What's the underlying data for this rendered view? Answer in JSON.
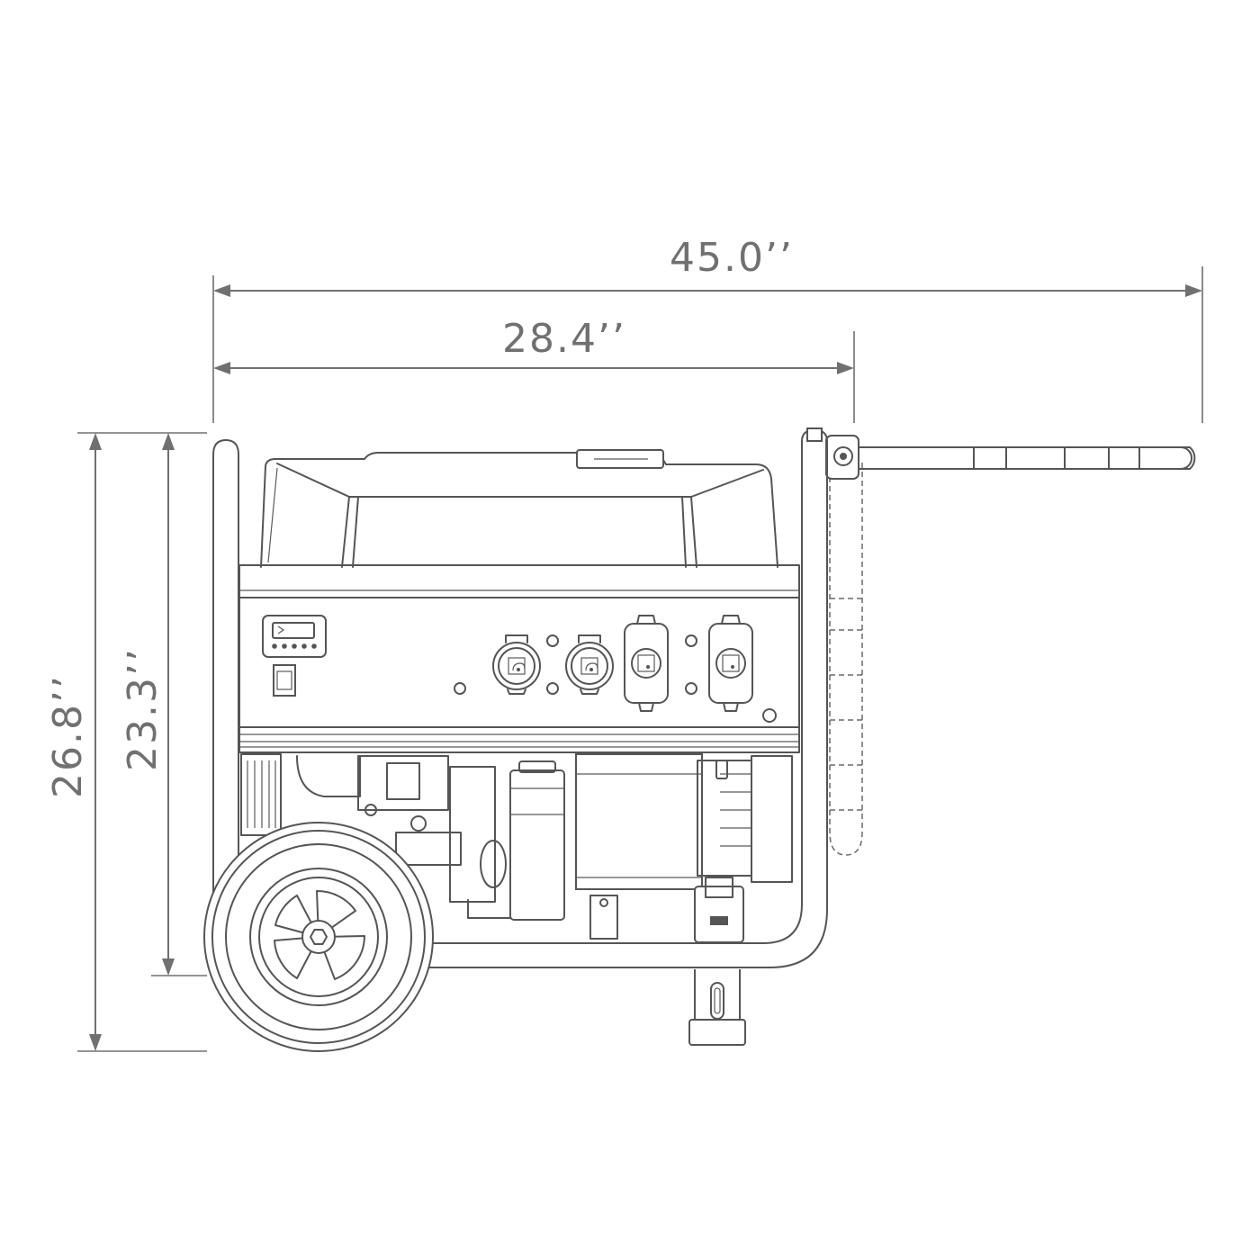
{
  "dimensions": {
    "overall_length": "45.0’’",
    "frame_length": "28.4’’",
    "overall_height": "26.8’’",
    "frame_height": "23.3’’"
  },
  "colors": {
    "dimension": "#707070",
    "drawing_stroke": "#555555",
    "background": "#ffffff"
  }
}
